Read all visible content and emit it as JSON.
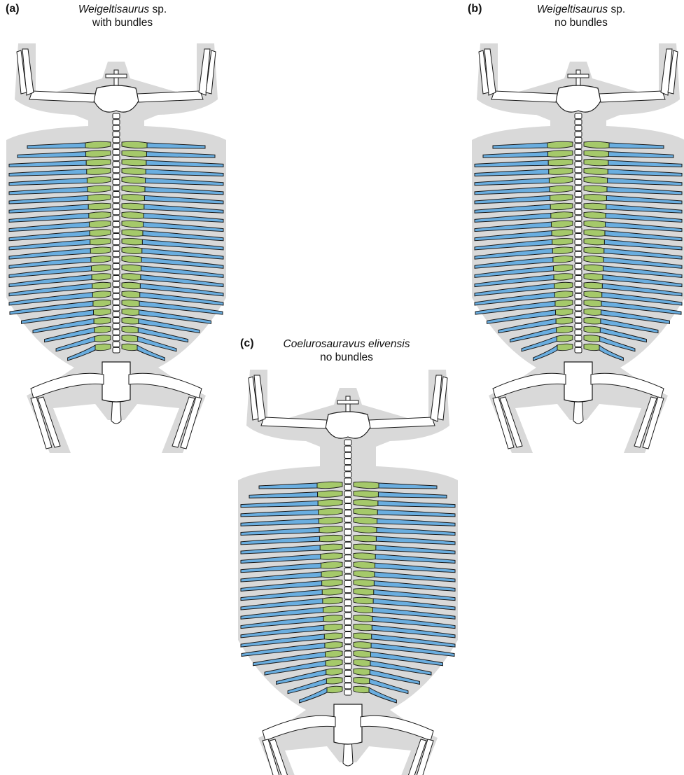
{
  "colors": {
    "membrane": "#d9d9d9",
    "rib": "#6aaee0",
    "gastralia": "#a5c96a",
    "bone": "#ffffff",
    "outline": "#1a1a1a"
  },
  "panels": [
    {
      "id": "a",
      "label": "(a)",
      "taxon": "Weigeltisaurus",
      "taxon_suffix": " sp.",
      "condition": "with bundles",
      "bundled": true
    },
    {
      "id": "b",
      "label": "(b)",
      "taxon": "Weigeltisaurus",
      "taxon_suffix": " sp.",
      "condition": "no bundles",
      "bundled": false
    },
    {
      "id": "c",
      "label": "(c)",
      "taxon": "Coelurosauravus elivensis",
      "taxon_suffix": "",
      "condition": "no bundles",
      "bundled": false
    }
  ]
}
